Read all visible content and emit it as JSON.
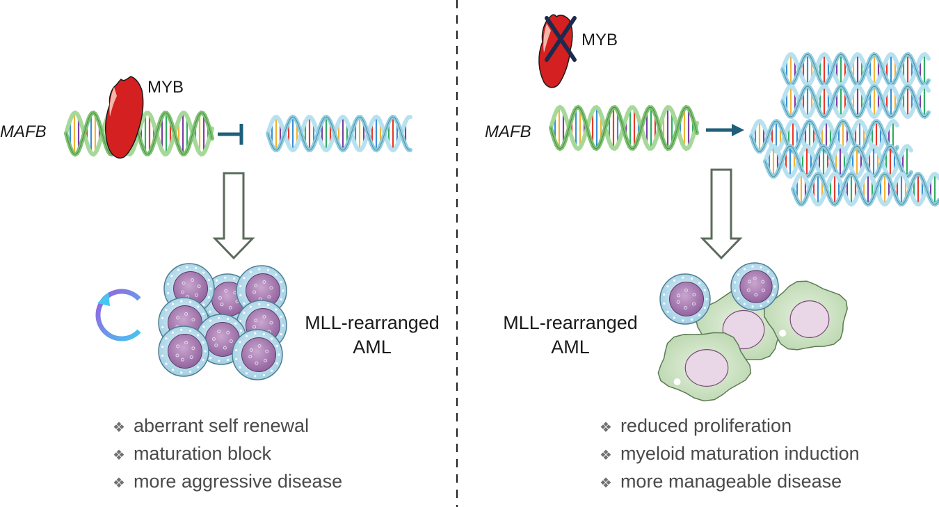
{
  "left": {
    "gene_label": "MAFB",
    "protein_label": "MYB",
    "cell_label_line1": "MLL-rearranged",
    "cell_label_line2": "AML",
    "outcomes": [
      "aberrant self renewal",
      "maturation block",
      "more aggressive disease"
    ]
  },
  "right": {
    "gene_label": "MAFB",
    "protein_label": "MYB",
    "cell_label_line1": "MLL-rearranged",
    "cell_label_line2": "AML",
    "outcomes": [
      "reduced proliferation",
      "myeloid maturation induction",
      "more manageable disease"
    ]
  },
  "bullet_symbol": "❖",
  "colors": {
    "gene_dna": "#7cc370",
    "target_dna": "#8ccde6",
    "myb_protein": "#d42020",
    "arrow": "#1f5f7a",
    "block_arrow_outline": "#5b6b5b",
    "blast_cell_nucleus": "#a57bb0",
    "blast_cell_membrane": "#a9d4e6",
    "mature_cell": "#cfe3c6",
    "knockout_cross": "#1b2a4d",
    "divider": "#222222"
  },
  "icons": {
    "self_renewal": "circular-arrow-icon",
    "knockout": "cross-mark-icon"
  }
}
